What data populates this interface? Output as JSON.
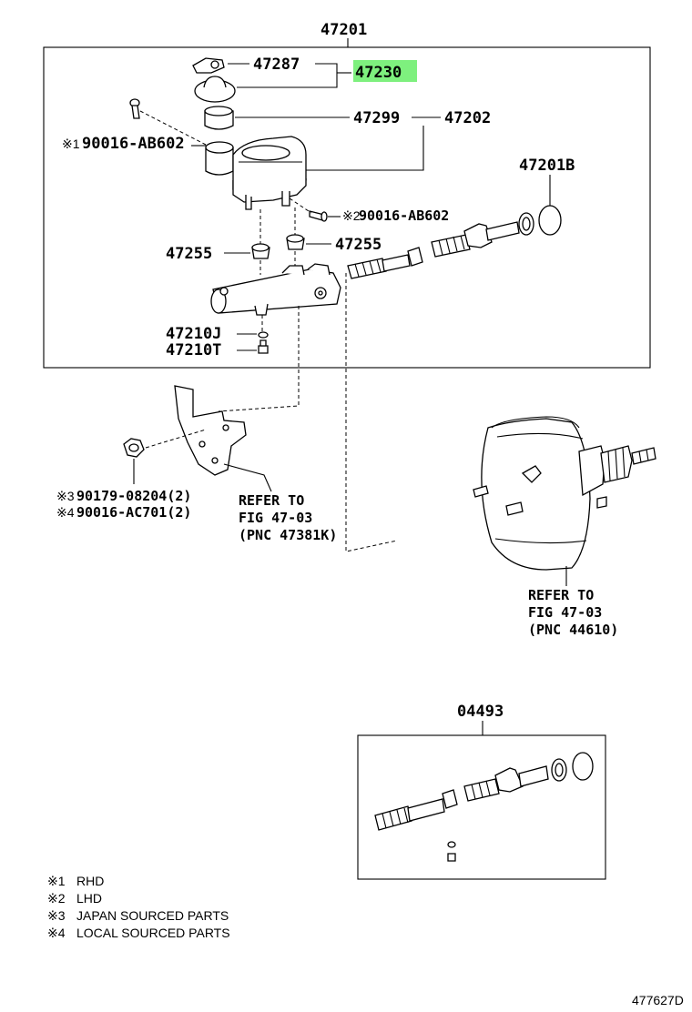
{
  "labels": {
    "assembly": "47201",
    "reservoir_cap_clip": "47287",
    "reservoir_cap": "47230",
    "reservoir_strainer": "47299",
    "reservoir_sub_assy": "47202",
    "screw_rhd": "90016-AB602",
    "screw_rhd_mark": "※1",
    "screw_lhd": "90016-AB602",
    "screw_lhd_mark": "※2",
    "o_ring": "47201B",
    "grommet_left": "47255",
    "grommet_right": "47255",
    "union_gasket": "47210J",
    "union_bolt": "47210T",
    "nut_code_1": "90179-08204(2)",
    "nut_code_1_mark": "※3",
    "nut_code_2": "90016-AC701(2)",
    "nut_code_2_mark": "※4",
    "refer_left": [
      "REFER TO",
      "FIG 47-03",
      "(PNC 47381K)"
    ],
    "refer_right": [
      "REFER TO",
      "FIG 47-03",
      "(PNC 44610)"
    ],
    "kit": "04493",
    "diagram_id": "477627D"
  },
  "legend": [
    {
      "mark": "※1",
      "text": "RHD"
    },
    {
      "mark": "※2",
      "text": "LHD"
    },
    {
      "mark": "※3",
      "text": "JAPAN SOURCED PARTS"
    },
    {
      "mark": "※4",
      "text": "LOCAL SOURCED PARTS"
    }
  ],
  "highlight_color": "#7ef07e"
}
